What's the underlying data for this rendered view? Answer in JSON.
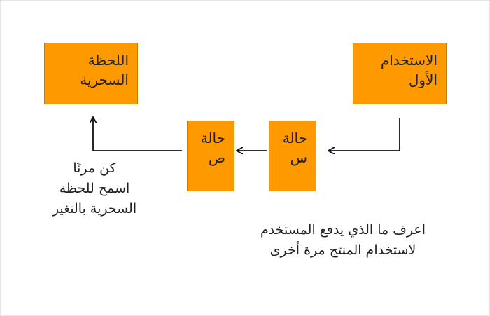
{
  "boxes": {
    "first_use": "الاستخدام\nالأول",
    "magic_moment": "اللحظة\nالسحرية",
    "state_s": "حالة\nس",
    "state_p": "حالة\nص"
  },
  "notes": {
    "left": "كن مرنًا\nاسمح للحظة\nالسحرية بالتغير",
    "right": "اعرف ما الذي يدفع المستخدم\nلاستخدام المنتج مرة أخرى"
  },
  "colors": {
    "box_fill": "#ff9900",
    "arrow": "#111111"
  }
}
